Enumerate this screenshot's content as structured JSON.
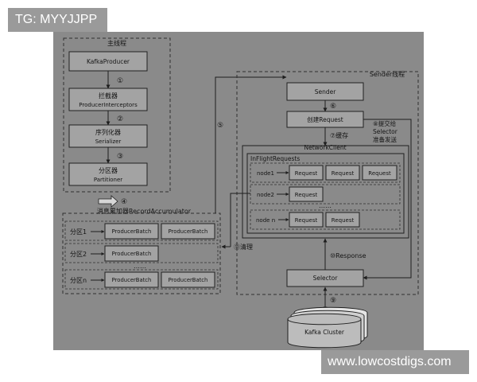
{
  "overlays": {
    "tag": "TG: MYYJJPP",
    "site": "www.lowcostdigs.com"
  },
  "main_thread": {
    "title": "主线程",
    "producer": "KafkaProducer",
    "interceptor_zh": "拦截器",
    "interceptor_en": "ProducerInterceptors",
    "serializer_zh": "序列化器",
    "serializer_en": "Serializer",
    "partitioner_zh": "分区器",
    "partitioner_en": "Partitioner",
    "step1": "①",
    "step2": "②",
    "step3": "③",
    "step4": "④"
  },
  "accumulator": {
    "title": "消息累加器RecordAccumulator",
    "rows": [
      {
        "label": "分区1",
        "batches": [
          "ProducerBatch",
          "ProducerBatch"
        ]
      },
      {
        "label": "分区2",
        "batches": [
          "ProducerBatch"
        ]
      },
      {
        "label": "分区n",
        "batches": [
          "ProducerBatch",
          "ProducerBatch"
        ]
      }
    ],
    "ellipsis": "……"
  },
  "sender_thread": {
    "title": "Sender线程",
    "sender": "Sender",
    "create_request": "创建Request",
    "step5": "⑤",
    "step6": "⑥",
    "step7": "⑦缓存",
    "step8_line1": "⑧提交给",
    "step8_line2": "Selector",
    "step8_line3": "准备发送",
    "network_client": "NetworkClient",
    "inflight_title": "InFlightRequests",
    "nodes": [
      {
        "label": "node1",
        "requests": [
          "Request",
          "Request",
          "Request"
        ]
      },
      {
        "label": "node2",
        "requests": [
          "Request"
        ]
      },
      {
        "label": "node n",
        "requests": [
          "Request",
          "Request"
        ]
      }
    ],
    "ellipsis": "……",
    "selector": "Selector",
    "step9": "⑨",
    "step10": "⑩Response",
    "step11": "⑪清理",
    "cluster": "Kafka Cluster"
  }
}
